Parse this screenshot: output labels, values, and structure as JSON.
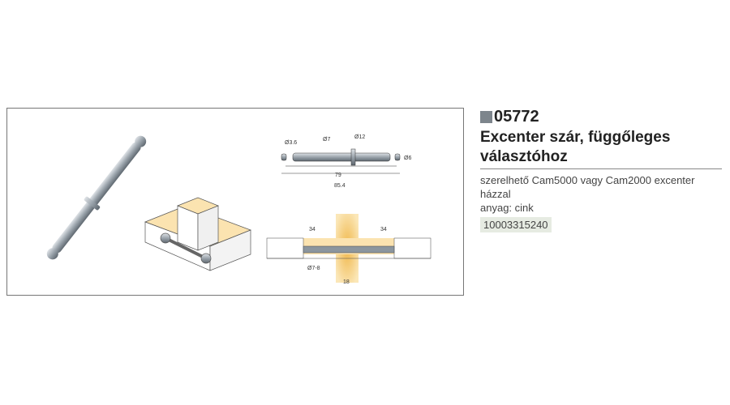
{
  "product": {
    "code": "05772",
    "title_line1": "Excenter szár, függőleges",
    "title_line2": "választóhoz",
    "description_line1": "szerelhető Cam5000 vagy Cam2000 excenter",
    "description_line2": "házzal",
    "material": "anyag: cink",
    "article_number": "10003315240"
  },
  "drawing": {
    "dim_d36": "Ø3.6",
    "dim_d7": "Ø7",
    "dim_d12": "Ø12",
    "dim_d6": "Ø6",
    "dim_79": "79",
    "dim_854": "85.4",
    "dim_34_left": "34",
    "dim_34_right": "34",
    "dim_d78": "Ø7-8",
    "dim_18": "18"
  },
  "colors": {
    "accent": "#7d858c",
    "wood": "#f2c46a",
    "article_bg": "#e6ebe2"
  }
}
